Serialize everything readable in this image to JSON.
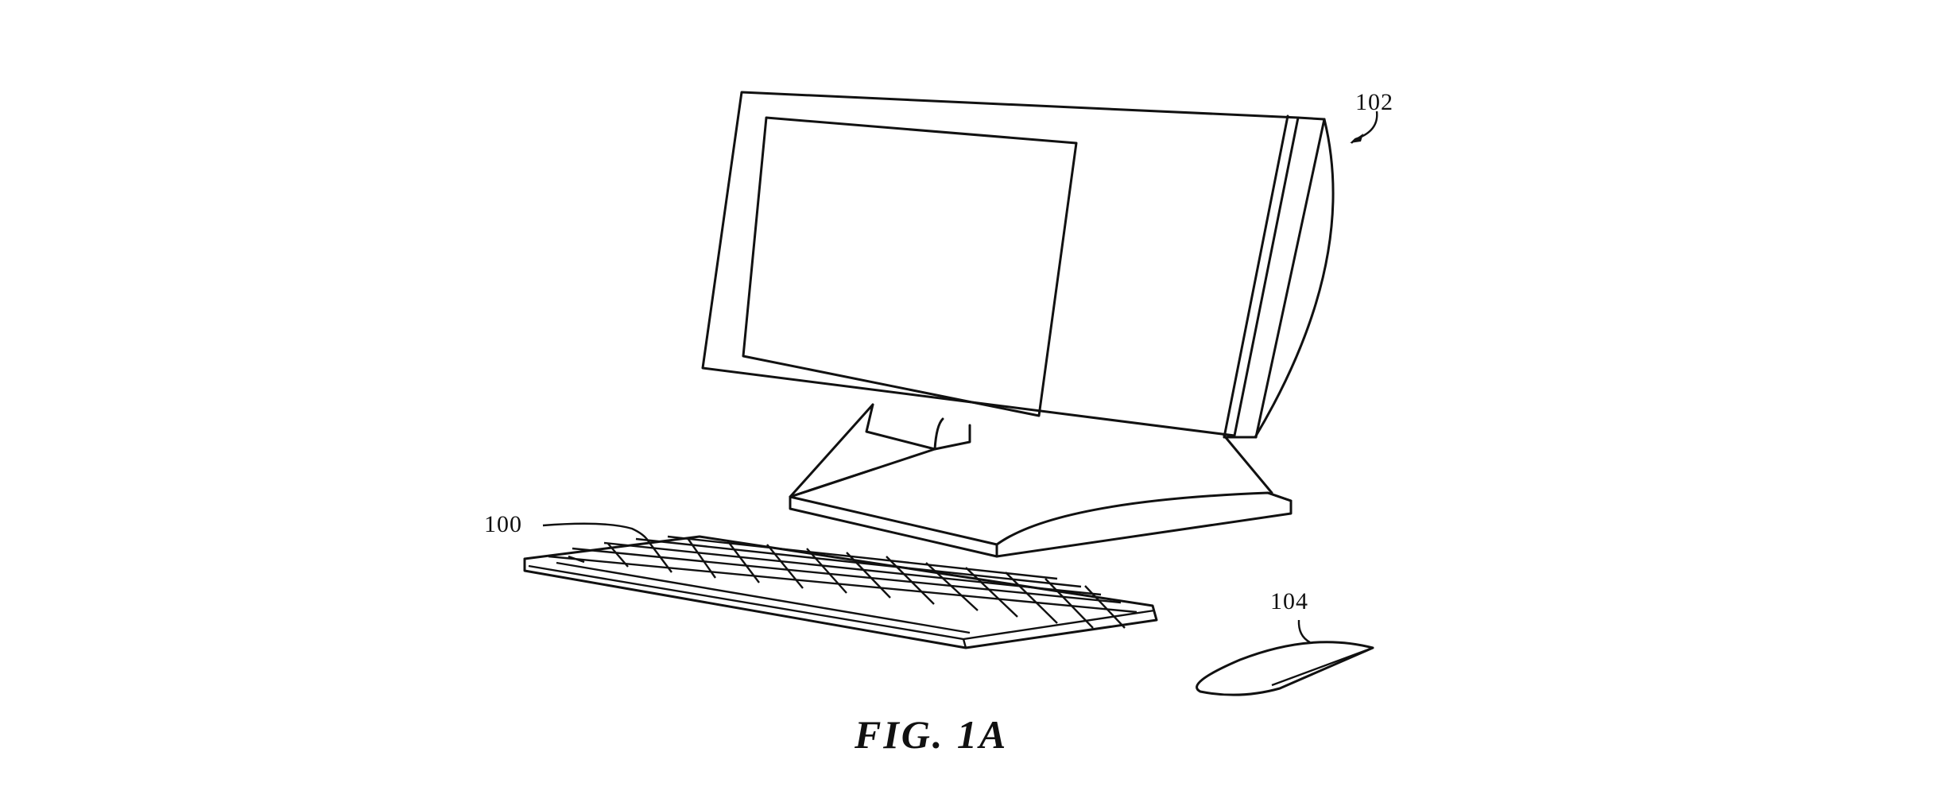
{
  "figure": {
    "caption": "FIG. 1A",
    "labels": {
      "monitor": "102",
      "keyboard": "100",
      "mouse": "104"
    },
    "parts": [
      {
        "id": "102",
        "name": "display-monitor"
      },
      {
        "id": "100",
        "name": "keyboard"
      },
      {
        "id": "104",
        "name": "mouse"
      }
    ],
    "colors": {
      "line": "#111111",
      "background": "#ffffff"
    }
  }
}
